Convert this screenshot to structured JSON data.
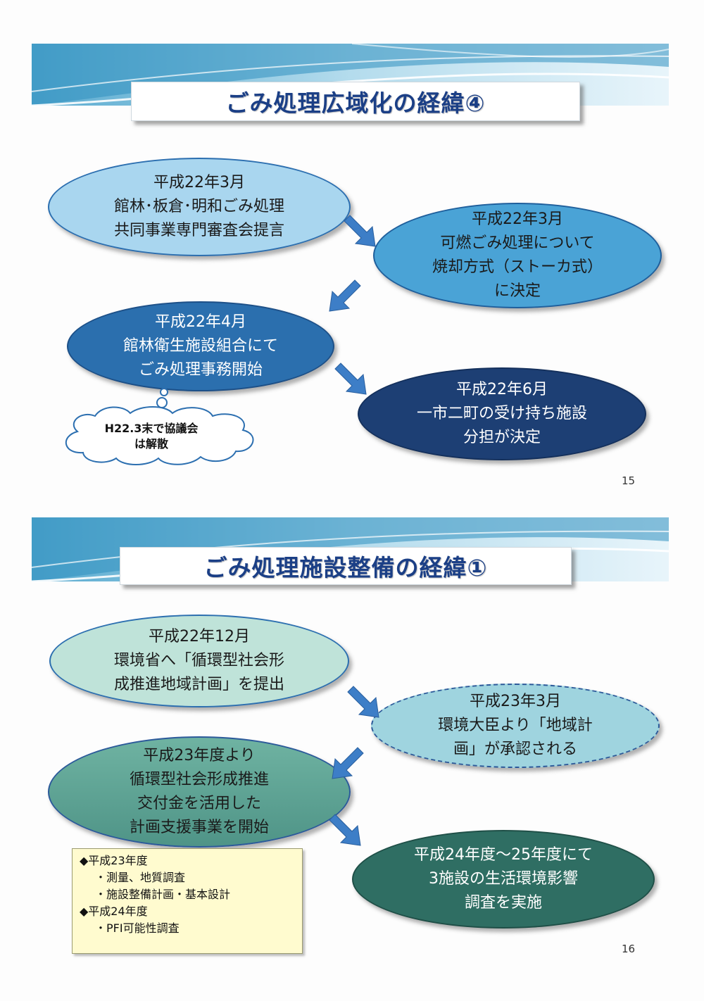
{
  "slides": [
    {
      "title": "ごみ処理広域化の経緯④",
      "page_number": "15",
      "nodes": [
        {
          "lines": [
            "平成22年3月",
            "館林･板倉･明和ごみ処理",
            "共同事業専門審査会提言"
          ]
        },
        {
          "lines": [
            "平成22年3月",
            "可燃ごみ処理について",
            "焼却方式（ストーカ式）",
            "に決定"
          ]
        },
        {
          "lines": [
            "平成22年4月",
            "館林衛生施設組合にて",
            "ごみ処理事務開始"
          ]
        },
        {
          "lines": [
            "平成22年6月",
            "一市二町の受け持ち施設",
            "分担が決定"
          ]
        }
      ],
      "callout": {
        "lines": [
          "H22.3末で協議会",
          "は解散"
        ]
      }
    },
    {
      "title": "ごみ処理施設整備の経緯①",
      "page_number": "16",
      "nodes": [
        {
          "lines": [
            "平成22年12月",
            "環境省へ「循環型社会形",
            "成推進地域計画」を提出"
          ]
        },
        {
          "lines": [
            "平成23年3月",
            "環境大臣より「地域計",
            "画」が承認される"
          ]
        },
        {
          "lines": [
            "平成23年度より",
            "循環型社会形成推進",
            "交付金を活用した",
            "計画支援事業を開始"
          ]
        },
        {
          "lines": [
            "平成24年度～25年度にて",
            "3施設の生活環境影響",
            "調査を実施"
          ]
        }
      ],
      "note": {
        "lines": [
          "◆平成23年度",
          "・測量、地質調査",
          "・施設整備計画・基本設計",
          "◆平成24年度",
          "・PFI可能性調査"
        ]
      }
    }
  ],
  "colors": {
    "title_text": "#1b3f86",
    "s1_node1": "#a9d6ef",
    "s1_node2": "#4aa3d6",
    "s1_node3": "#2b6fae",
    "s1_node4": "#1d3f74",
    "s2_node1": "#bfe3d9",
    "s2_node2": "#9fd4df",
    "s2_node3": "#4f9487",
    "s2_node4": "#2f6e63",
    "arrow": "#3d7ec7"
  }
}
